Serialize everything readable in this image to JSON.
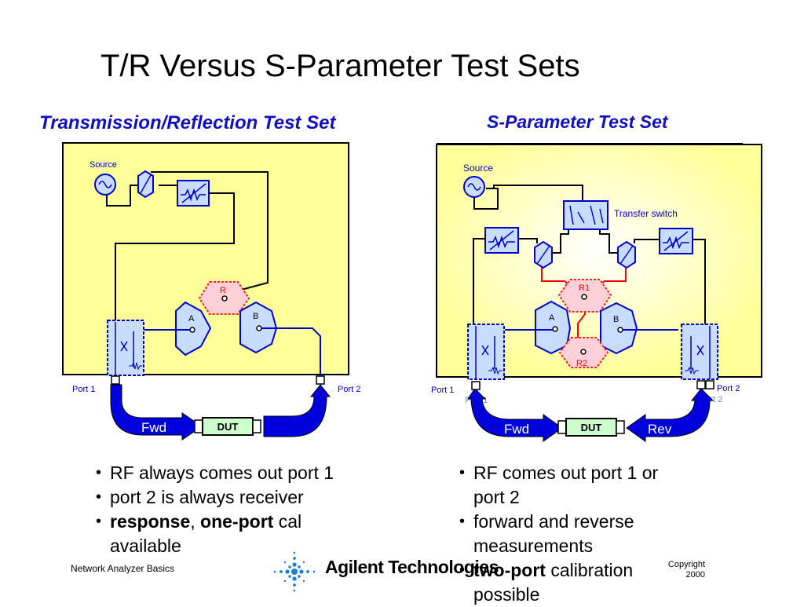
{
  "title": "T/R Versus S-Parameter Test Sets",
  "left": {
    "subtitle": "Transmission/Reflection Test Set",
    "source_label": "Source",
    "r_label": "R",
    "a_label": "A",
    "b_label": "B",
    "port1": "Port 1",
    "port2": "Port 2",
    "fwd": "Fwd",
    "dut": "DUT",
    "bullets": [
      {
        "bold": [],
        "text": "RF always comes out port 1"
      },
      {
        "bold": [],
        "text": "port 2 is always receiver"
      },
      {
        "bold": [
          "response",
          "one-port"
        ],
        "sep": ", ",
        "text": " cal available"
      }
    ]
  },
  "right": {
    "subtitle": "S-Parameter Test Set",
    "source_label": "Source",
    "switch_label": "Transfer switch",
    "r1_label": "R1",
    "r2_label": "R2",
    "a_label": "A",
    "b_label": "B",
    "port1": "Port 1",
    "port2": "Port 2",
    "port1_ghost": "Port 1",
    "port2_ghost": "Port 2",
    "fwd": "Fwd",
    "rev": "Rev",
    "dut": "DUT",
    "bullets": [
      {
        "bold": [],
        "text": "RF comes out port 1 or port 2"
      },
      {
        "bold": [],
        "text": "forward and reverse measurements"
      },
      {
        "bold": [
          "two-port"
        ],
        "text": " calibration possible"
      }
    ]
  },
  "footer": {
    "left": "Network Analyzer Basics",
    "company": "Agilent Technologies",
    "copyright_line1": "Copyright",
    "copyright_line2": "2000"
  },
  "colors": {
    "panel": "#ffff99",
    "subtitle": "#1010c0",
    "component_fill": "#c8dcff",
    "component_stroke": "#0000cc",
    "reference_fill": "#ffd0d8",
    "reference_stroke": "#ff0000",
    "dut_fill": "#ccffcc",
    "cable": "#0000dd"
  }
}
